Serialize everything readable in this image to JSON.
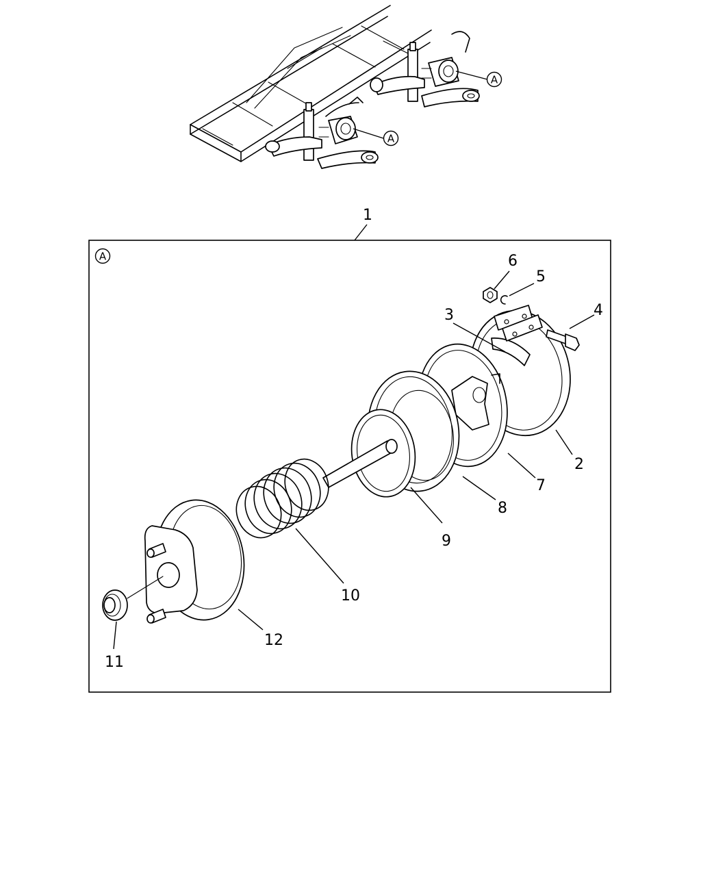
{
  "overview": {
    "callout_labels": [
      "A",
      "A"
    ]
  },
  "detail": {
    "assembly_number": "1",
    "view_label": "A"
  },
  "parts": [
    {
      "number": "2"
    },
    {
      "number": "3"
    },
    {
      "number": "4"
    },
    {
      "number": "5"
    },
    {
      "number": "6"
    },
    {
      "number": "7"
    },
    {
      "number": "8"
    },
    {
      "number": "9"
    },
    {
      "number": "10"
    },
    {
      "number": "11"
    },
    {
      "number": "12"
    }
  ]
}
